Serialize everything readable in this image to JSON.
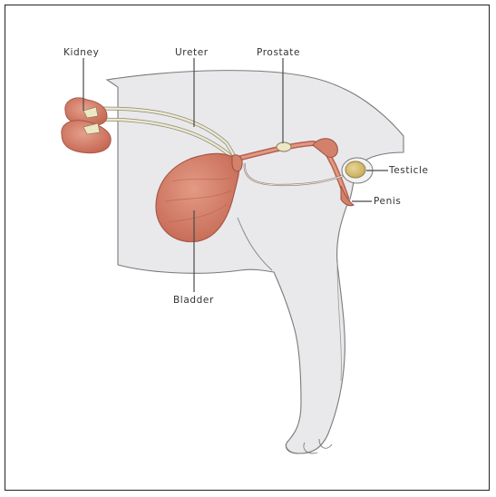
{
  "labels": {
    "kidney": "Kidney",
    "ureter": "Ureter",
    "prostate": "Prostate",
    "testicle": "Testicle",
    "penis": "Penis",
    "bladder": "Bladder"
  },
  "colors": {
    "body_fill": "#e9e9ec",
    "body_outline": "#7a7a7a",
    "organ_fill": "#d4816b",
    "organ_dark": "#b8604d",
    "ureter_fill": "#e9e4cf",
    "prostate_fill": "#efe7c4",
    "testicle_fill": "#d9c27a",
    "frame_border": "#222222"
  }
}
